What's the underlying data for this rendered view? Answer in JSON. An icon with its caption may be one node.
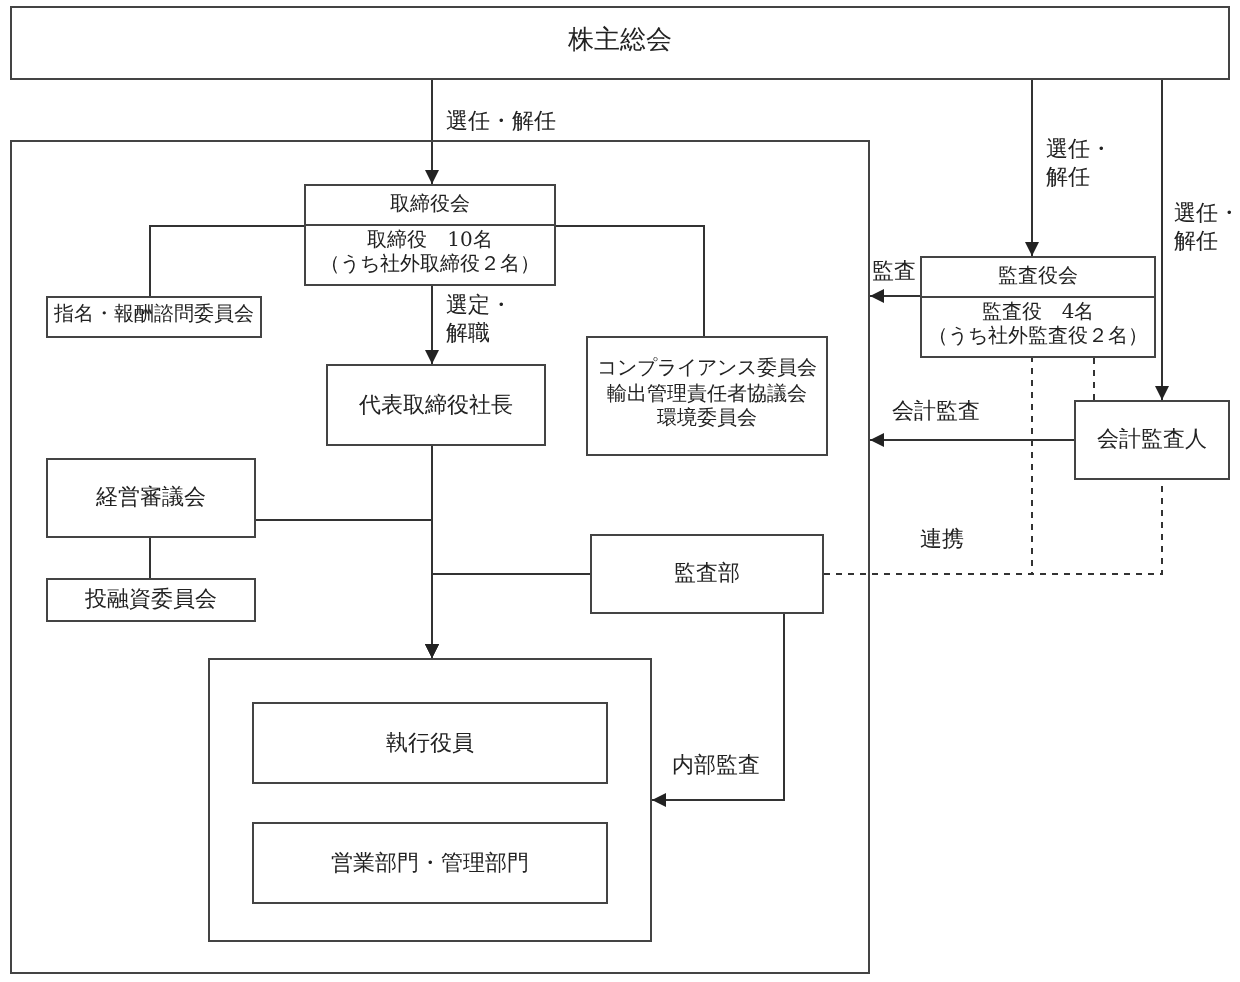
{
  "diagram": {
    "nodes": [
      {
        "text": [
          "株主総会"
        ]
      },
      {
        "text": [],
        "shape": "box"
      },
      {
        "text": [
          "取締役会",
          "取締役　10名",
          "（うち社外取締役２名）"
        ],
        "in": 1
      },
      {
        "text": [
          "指名・報酬諮問委員会"
        ],
        "in": 1
      },
      {
        "text": [
          "代表取締役社長"
        ],
        "in": 1
      },
      {
        "text": [
          "コンプライアンス委員会",
          "輸出管理責任者協議会",
          "環境委員会"
        ],
        "in": 1
      },
      {
        "text": [
          "経営審議会"
        ],
        "in": 1
      },
      {
        "text": [
          "投融資委員会"
        ],
        "in": 1
      },
      {
        "text": [
          "監査部"
        ],
        "in": 1
      },
      {
        "text": [],
        "shape": "box",
        "in": 1
      },
      {
        "text": [
          "執行役員"
        ],
        "in": 9
      },
      {
        "text": [
          "営業部門・管理部門"
        ],
        "in": 9
      },
      {
        "text": [
          "監査役会",
          "監査役　4名",
          "（うち社外監査役２名）"
        ]
      },
      {
        "text": [
          "会計監査人"
        ]
      }
    ],
    "edges": [
      {
        "from": 0,
        "to": 2,
        "arrow": "to",
        "label": "選任・解任"
      },
      {
        "from": 0,
        "to": 12,
        "arrow": "to",
        "label": "選任・解任"
      },
      {
        "from": 0,
        "to": 13,
        "arrow": "to",
        "label": "選任・解任"
      },
      {
        "from": 2,
        "to": 3,
        "arrow": "none"
      },
      {
        "from": 2,
        "to": 5,
        "arrow": "none"
      },
      {
        "from": 2,
        "to": 4,
        "arrow": "to",
        "label": "選定・解職"
      },
      {
        "from": 4,
        "to": 9,
        "arrow": "to"
      },
      {
        "from": 6,
        "to": 9,
        "arrow": "to"
      },
      {
        "from": 6,
        "to": 7,
        "arrow": "none"
      },
      {
        "from": 8,
        "to": 9,
        "arrow": "to"
      },
      {
        "from": 8,
        "to": 9,
        "arrow": "to",
        "label": "内部監査"
      },
      {
        "from": 12,
        "to": 1,
        "arrow": "to",
        "label": "監査"
      },
      {
        "from": 13,
        "to": 1,
        "arrow": "to",
        "label": "会計監査"
      },
      {
        "from": 8,
        "to": 12,
        "arrow": "none",
        "style": "dashed",
        "label": "連携"
      },
      {
        "from": 8,
        "to": 13,
        "arrow": "none",
        "style": "dashed"
      },
      {
        "from": 12,
        "to": 13,
        "arrow": "none",
        "style": "dashed"
      }
    ]
  }
}
